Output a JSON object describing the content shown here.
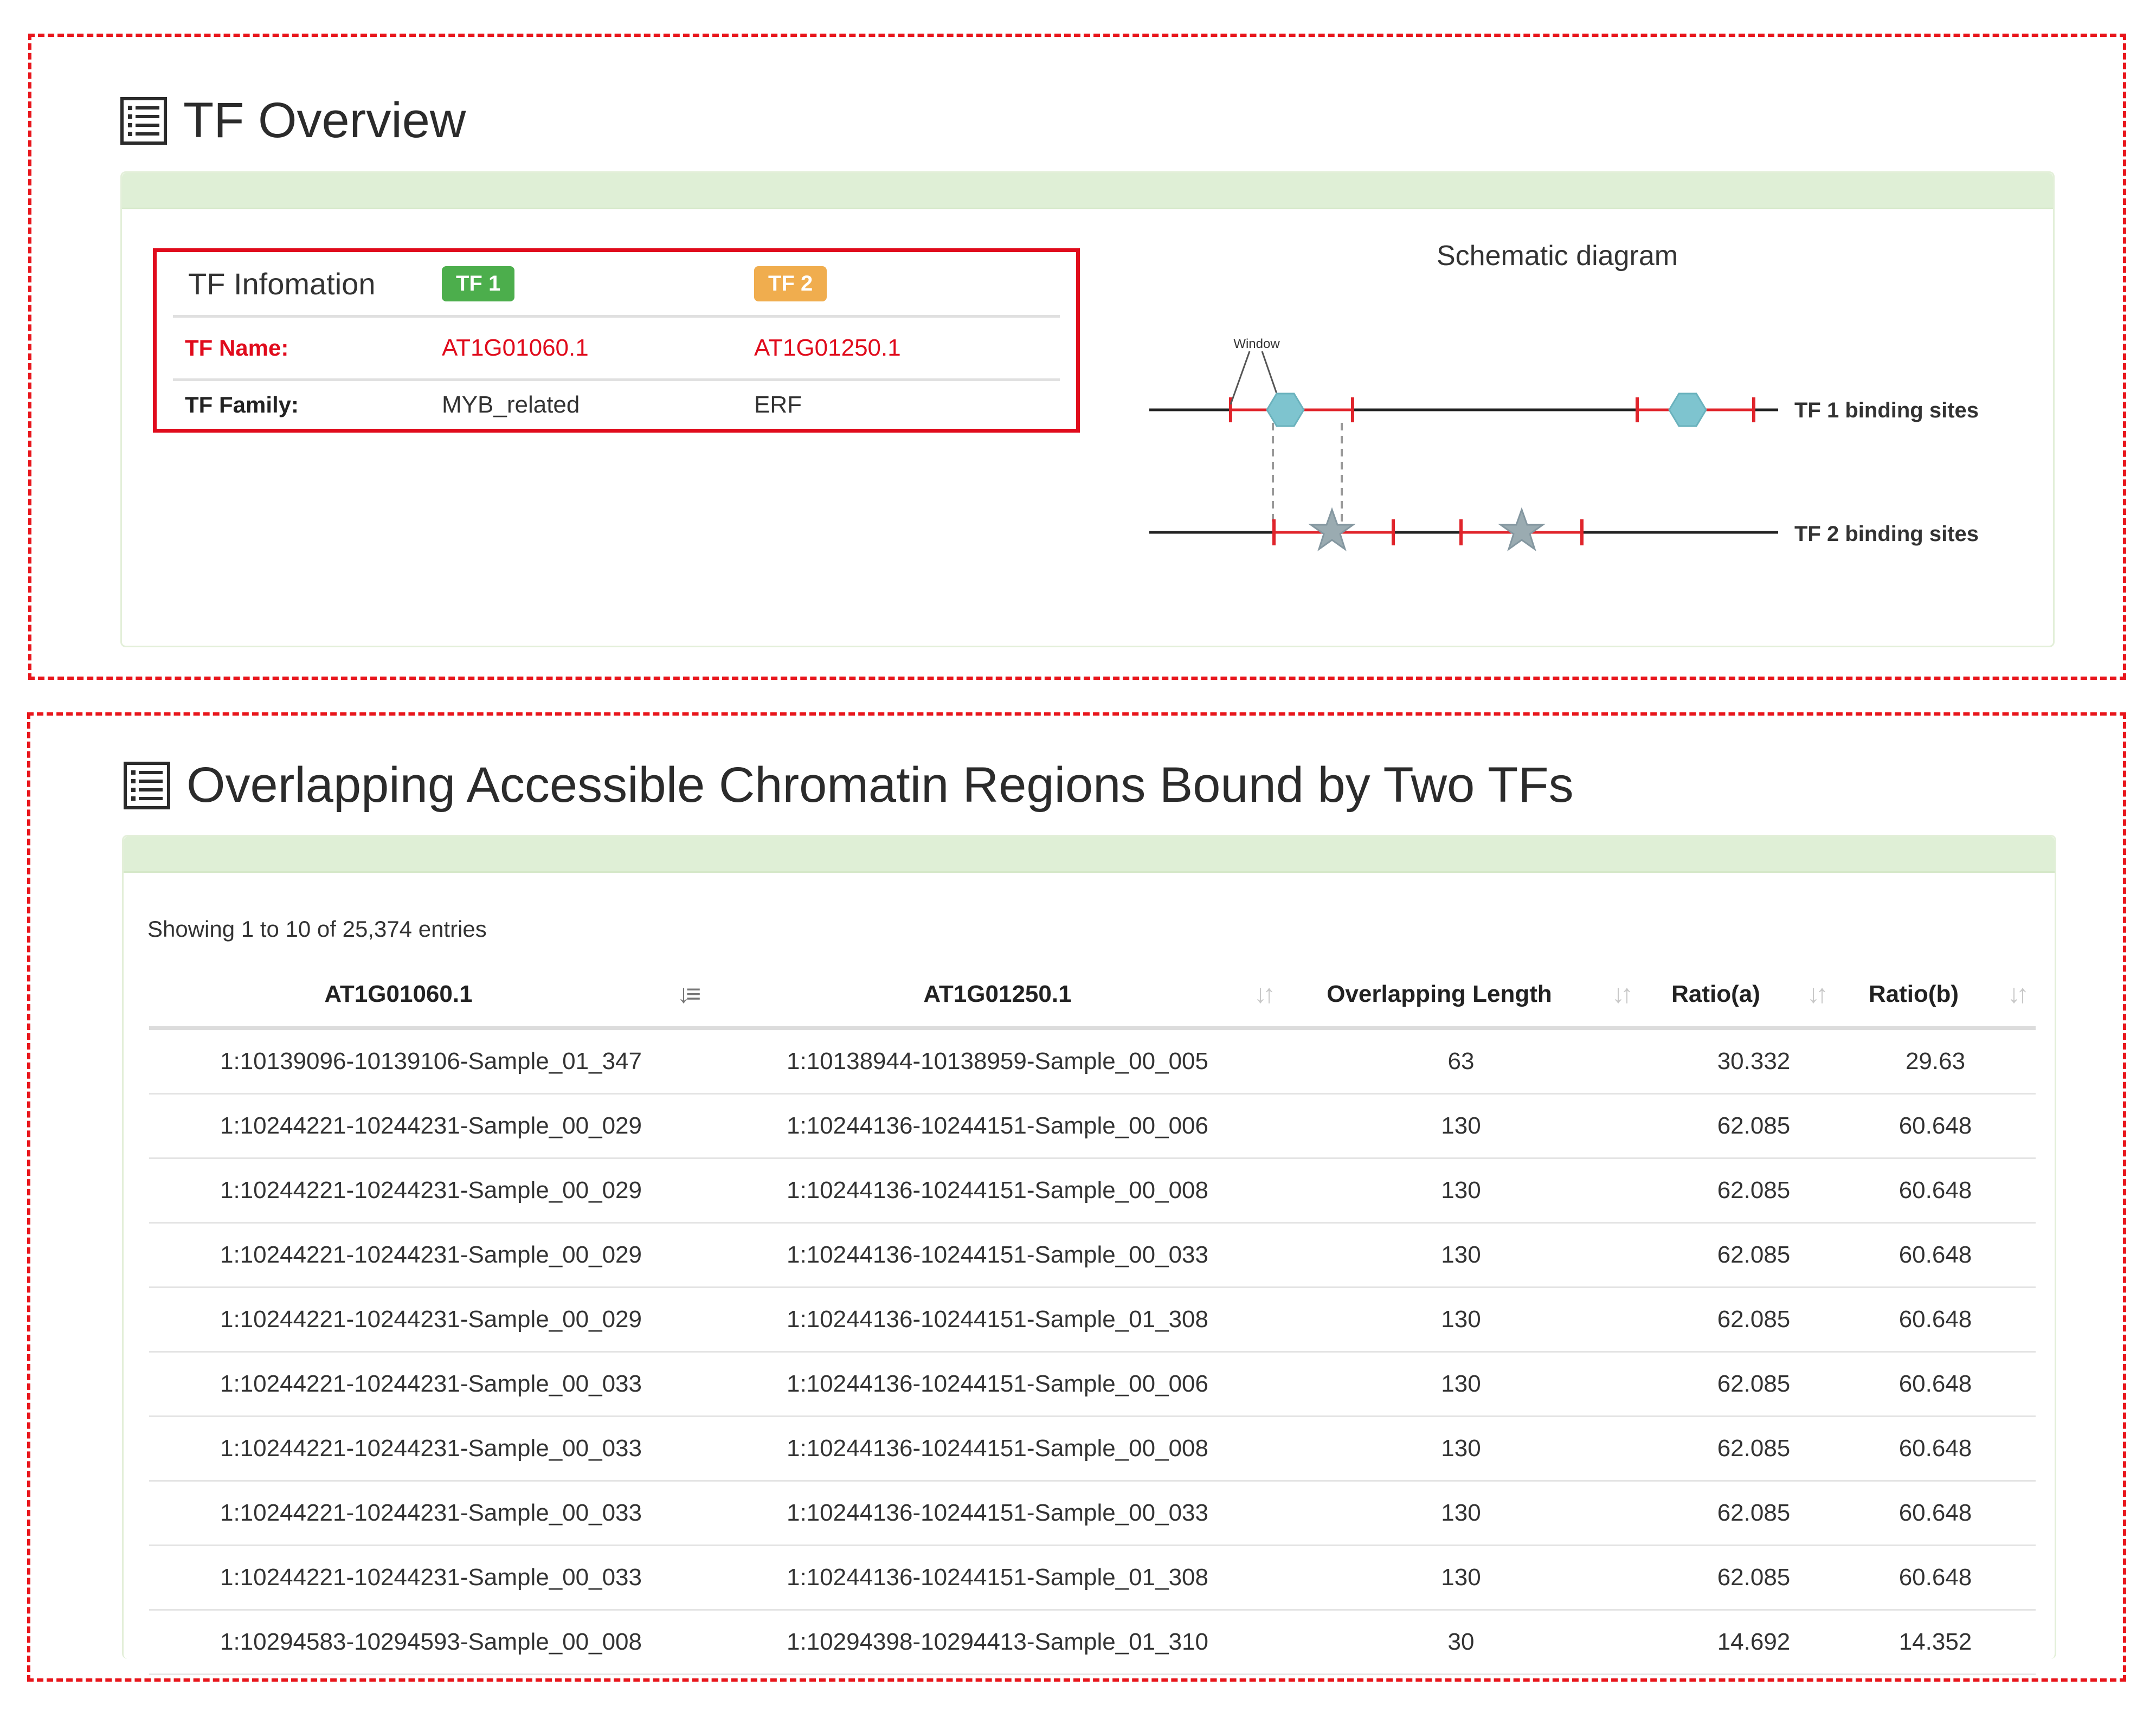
{
  "overview": {
    "title": "TF Overview",
    "info_header": "TF Infomation",
    "badge1": "TF 1",
    "badge2": "TF 2",
    "name_label": "TF Name:",
    "name_tf1": "AT1G01060.1",
    "name_tf2": "AT1G01250.1",
    "family_label": "TF Family:",
    "family_tf1": "MYB_related",
    "family_tf2": "ERF",
    "schematic_title": "Schematic diagram",
    "window_label": "Window",
    "tf1_sites_label": "TF 1 binding sites",
    "tf2_sites_label": "TF 2 binding sites"
  },
  "overlap": {
    "title": "Overlapping Accessible Chromatin Regions Bound by Two TFs",
    "showing": "Showing 1 to 10 of 25,374 entries",
    "columns": [
      "AT1G01060.1",
      "AT1G01250.1",
      "Overlapping Length",
      "Ratio(a)",
      "Ratio(b)"
    ],
    "rows": [
      [
        "1:10139096-10139106-Sample_01_347",
        "1:10138944-10138959-Sample_00_005",
        "63",
        "30.332",
        "29.63"
      ],
      [
        "1:10244221-10244231-Sample_00_029",
        "1:10244136-10244151-Sample_00_006",
        "130",
        "62.085",
        "60.648"
      ],
      [
        "1:10244221-10244231-Sample_00_029",
        "1:10244136-10244151-Sample_00_008",
        "130",
        "62.085",
        "60.648"
      ],
      [
        "1:10244221-10244231-Sample_00_029",
        "1:10244136-10244151-Sample_00_033",
        "130",
        "62.085",
        "60.648"
      ],
      [
        "1:10244221-10244231-Sample_00_029",
        "1:10244136-10244151-Sample_01_308",
        "130",
        "62.085",
        "60.648"
      ],
      [
        "1:10244221-10244231-Sample_00_033",
        "1:10244136-10244151-Sample_00_006",
        "130",
        "62.085",
        "60.648"
      ],
      [
        "1:10244221-10244231-Sample_00_033",
        "1:10244136-10244151-Sample_00_008",
        "130",
        "62.085",
        "60.648"
      ],
      [
        "1:10244221-10244231-Sample_00_033",
        "1:10244136-10244151-Sample_00_033",
        "130",
        "62.085",
        "60.648"
      ],
      [
        "1:10244221-10244231-Sample_00_033",
        "1:10244136-10244151-Sample_01_308",
        "130",
        "62.085",
        "60.648"
      ],
      [
        "1:10294583-10294593-Sample_00_008",
        "1:10294398-10294413-Sample_01_310",
        "30",
        "14.692",
        "14.352"
      ]
    ]
  },
  "colors": {
    "accent_red": "#e00b1c",
    "panel_header": "#dfefd6",
    "badge_green": "#4cae4c",
    "badge_orange": "#f0ad4e",
    "hexagon": "#7ec4cf",
    "star": "#9aabb1"
  },
  "icons": {
    "section": "list-icon",
    "sort_active": "sort-amount-down-icon",
    "sort_inactive": "sort-icon"
  }
}
